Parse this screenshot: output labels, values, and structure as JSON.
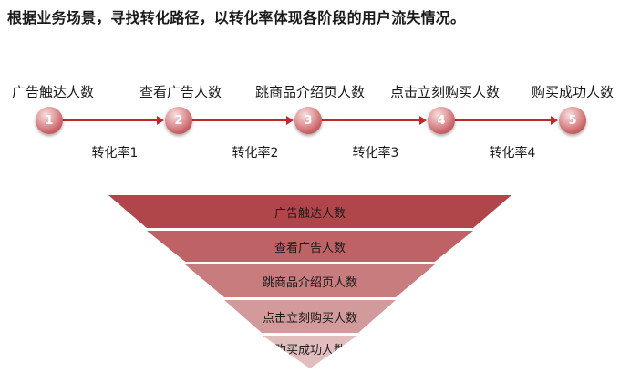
{
  "heading": "根据业务场景，寻找转化路径，以转化率体现各阶段的用户流失情况。",
  "stages": [
    {
      "label": "广告触达人数",
      "num": "1"
    },
    {
      "label": "查看广告人数",
      "num": "2"
    },
    {
      "label": "跳商品介绍页人数",
      "num": "3"
    },
    {
      "label": "点击立刻购买人数",
      "num": "4"
    },
    {
      "label": "购买成功人数",
      "num": "5"
    }
  ],
  "rates": [
    "转化率1",
    "转化率2",
    "转化率3",
    "转化率4"
  ],
  "funnel": {
    "levels": [
      "广告触达人数",
      "查看广告人数",
      "跳商品介绍页人数",
      "点击立刻购买人数",
      "购买成功人数"
    ],
    "colors": [
      "#b0464a",
      "#bf6265",
      "#c87c7e",
      "#d39a9b",
      "#e2bdbd"
    ]
  }
}
